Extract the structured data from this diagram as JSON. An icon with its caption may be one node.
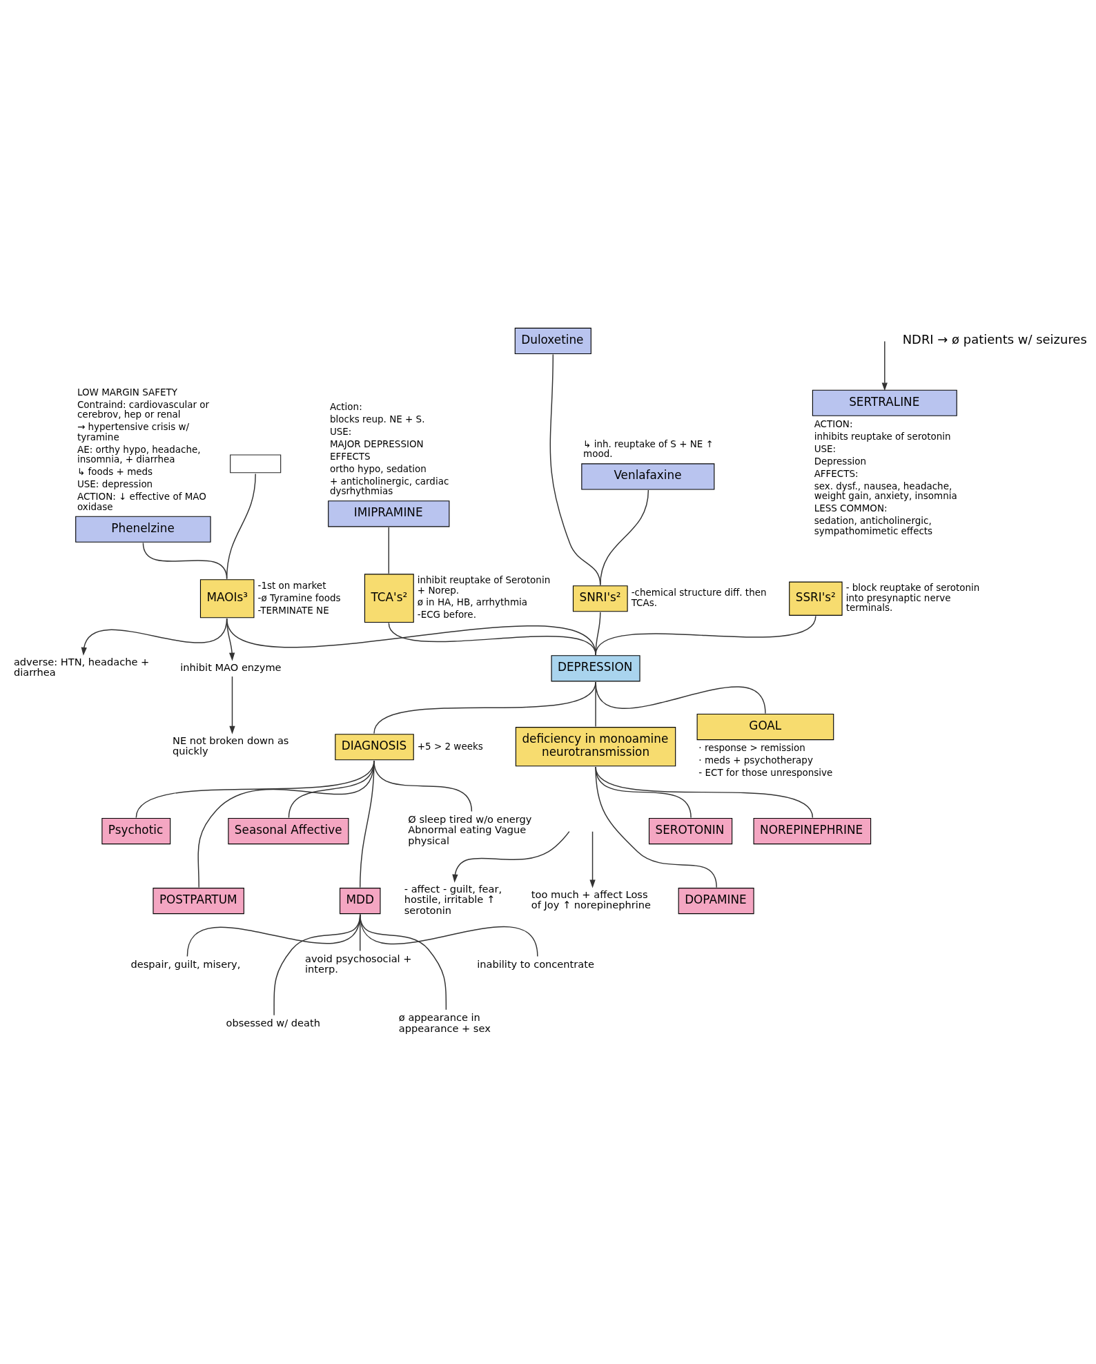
{
  "diagram": {
    "nodes": [
      {
        "text": [
          "DEPRESSION"
        ]
      },
      {
        "text": [
          "MAOIs³"
        ],
        "beside": [
          "-1st on market",
          "-ø Tyramine foods",
          "-TERMINATE NE"
        ]
      },
      {
        "text": [
          "Phenelzine"
        ],
        "beside": [
          "LOW MARGIN SAFETY",
          "Contraind: cardiovascular or cerebrov, hep or renal",
          "→ hypertensive crisis w/ tyramine",
          "AE: orthy hypo, headache, insomnia, + diarrhea",
          "↳ foods + meds",
          "USE: depression",
          "ACTION: ↓ effective of MAO oxidase"
        ]
      },
      {
        "text": [],
        "shape": "box"
      },
      {
        "text": [
          "adverse: HTN, headache + diarrhea"
        ]
      },
      {
        "text": [
          "inhibit MAO enzyme"
        ]
      },
      {
        "text": [
          "NE not broken down as quickly"
        ]
      },
      {
        "text": [
          "TCA's²"
        ],
        "beside": [
          "inhibit reuptake of Serotonin + Norep.",
          "ø in HA, HB, arrhythmia",
          "-ECG before."
        ]
      },
      {
        "text": [
          "IMIPRAMINE"
        ],
        "beside": [
          "Action:",
          "blocks reup. NE + S.",
          "USE:",
          "MAJOR DEPRESSION",
          "EFFECTS",
          "ortho hypo, sedation",
          "+ anticholinergic, cardiac dysrhythmias"
        ]
      },
      {
        "text": [
          "SNRI's²"
        ],
        "beside": [
          "-chemical structure diff. then TCAs."
        ]
      },
      {
        "text": [
          "Duloxetine"
        ]
      },
      {
        "text": [
          "Venlafaxine"
        ],
        "beside": [
          "↳ inh. reuptake of S + NE ↑ mood."
        ]
      },
      {
        "text": [
          "SSRI's²"
        ],
        "beside": [
          "- block reuptake of serotonin into presynaptic nerve terminals."
        ]
      },
      {
        "text": [
          "SERTRALINE"
        ],
        "beside": [
          "ACTION:",
          "inhibits reuptake of serotonin",
          "USE:",
          "Depression",
          "AFFECTS:",
          "sex. dysf., nausea, headache, weight gain, anxiety, insomnia",
          "LESS COMMON:",
          "sedation, anticholinergic, sympathomimetic effects"
        ]
      },
      {
        "text": [
          "GOAL"
        ],
        "beside": [
          "· response > remission",
          "· meds + psychotherapy",
          "- ECT for those unresponsive"
        ]
      },
      {
        "text": [
          "DIAGNOSIS"
        ],
        "beside": [
          "+5 > 2 weeks"
        ]
      },
      {
        "text": [
          "Psychotic"
        ]
      },
      {
        "text": [
          "POSTPARTUM"
        ]
      },
      {
        "text": [
          "Seasonal Affective"
        ]
      },
      {
        "text": [
          "MDD"
        ]
      },
      {
        "text": [
          "Ø sleep tired w/o energy Abnormal eating Vague physical"
        ]
      },
      {
        "text": [
          "despair, guilt, misery,"
        ]
      },
      {
        "text": [
          "obsessed w/ death"
        ]
      },
      {
        "text": [
          "avoid psychosocial + interp."
        ]
      },
      {
        "text": [
          "ø appearance in appearance + sex"
        ]
      },
      {
        "text": [
          "inability to concentrate"
        ]
      },
      {
        "text": [
          "deficiency in monoamine neurotransmission"
        ]
      },
      {
        "text": [
          "too much + affect Loss of Joy ↑ norepinephrine"
        ]
      },
      {
        "text": [
          "- affect - guilt, fear, hostile, irritable ↑ serotonin"
        ]
      },
      {
        "text": [
          "NOREPINEPHRINE"
        ]
      },
      {
        "text": [
          "DOPAMINE"
        ]
      },
      {
        "text": [
          "SEROTONIN"
        ]
      }
    ],
    "edges": [
      {
        "from": 1,
        "to": 0,
        "arrow": "none"
      },
      {
        "from": 7,
        "to": 0,
        "arrow": "none"
      },
      {
        "from": 9,
        "to": 0,
        "arrow": "none"
      },
      {
        "from": 12,
        "to": 0,
        "arrow": "none"
      },
      {
        "from": 0,
        "to": 14,
        "arrow": "none"
      },
      {
        "from": 0,
        "to": 15,
        "arrow": "none"
      },
      {
        "from": 0,
        "to": 26,
        "arrow": "none"
      },
      {
        "from": 2,
        "to": 1,
        "arrow": "none"
      },
      {
        "from": 3,
        "to": 1,
        "arrow": "none"
      },
      {
        "from": 1,
        "to": 4,
        "arrow": "to"
      },
      {
        "from": 1,
        "to": 5,
        "arrow": "to"
      },
      {
        "from": 5,
        "to": 6,
        "arrow": "to"
      },
      {
        "from": 8,
        "to": 7,
        "arrow": "none"
      },
      {
        "from": 10,
        "to": 9,
        "arrow": "none"
      },
      {
        "from": 11,
        "to": 9,
        "arrow": "none"
      },
      {
        "from": null,
        "to": 13,
        "arrow": "to"
      },
      {
        "from": 15,
        "to": 16,
        "arrow": "none"
      },
      {
        "from": 15,
        "to": 17,
        "arrow": "none"
      },
      {
        "from": 15,
        "to": 18,
        "arrow": "none"
      },
      {
        "from": 15,
        "to": 19,
        "arrow": "none"
      },
      {
        "from": 15,
        "to": 20,
        "arrow": "none"
      },
      {
        "from": 19,
        "to": 21,
        "arrow": "none"
      },
      {
        "from": 19,
        "to": 22,
        "arrow": "none"
      },
      {
        "from": 19,
        "to": 23,
        "arrow": "none"
      },
      {
        "from": 19,
        "to": 24,
        "arrow": "none"
      },
      {
        "from": 19,
        "to": 25,
        "arrow": "none"
      },
      {
        "from": null,
        "to": 27,
        "arrow": "to"
      },
      {
        "from": null,
        "to": 28,
        "arrow": "to"
      },
      {
        "from": 26,
        "to": 29,
        "arrow": "none"
      },
      {
        "from": 26,
        "to": 30,
        "arrow": "none"
      },
      {
        "from": 26,
        "to": 31,
        "arrow": "none"
      }
    ],
    "labels": [
      "NDRI → ø patients w/ seizures"
    ]
  }
}
